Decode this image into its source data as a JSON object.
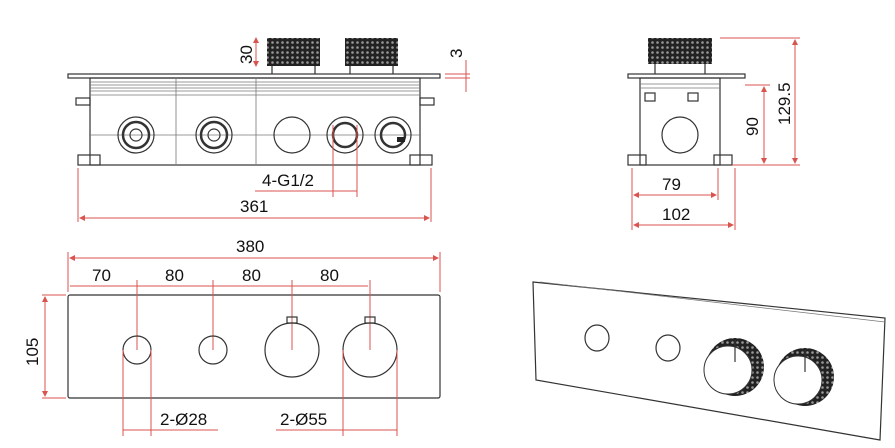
{
  "colors": {
    "dimension": "#d9534f",
    "outline": "#333333",
    "knurl": "#222222"
  },
  "front_view": {
    "knob_height": "30",
    "plate_thickness": "3",
    "thread": "4-G1/2",
    "body_width": "361"
  },
  "side_view": {
    "total_depth": "129.5",
    "body_depth": "90",
    "body_width": "79",
    "base_width": "102"
  },
  "plan_view": {
    "plate_width": "380",
    "plate_height": "105",
    "spacing": [
      "70",
      "80",
      "80",
      "80"
    ],
    "small_holes": "2-Ø28",
    "large_holes": "2-Ø55"
  }
}
